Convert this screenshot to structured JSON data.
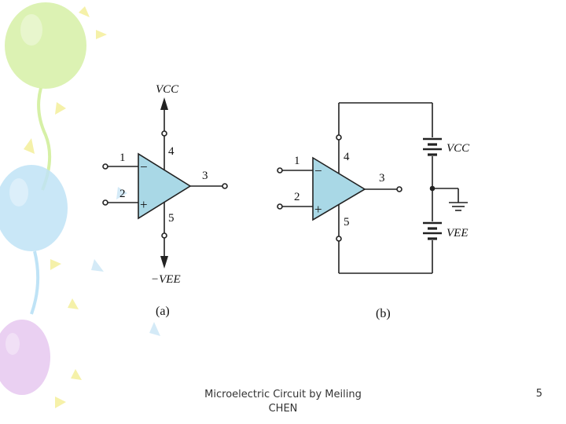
{
  "colors": {
    "opamp_fill": "#a9d8e6",
    "wire": "#222222",
    "balloon_green": "#d6f0a6",
    "balloon_blue": "#bfe3f6",
    "balloon_purple": "#e6c8f0",
    "balloon_yellow": "#f5f0a0"
  },
  "figure_a": {
    "label": "(a)",
    "vcc": "VCC",
    "vee": "−VEE",
    "pin1": "1",
    "pin2": "2",
    "pin3": "3",
    "pin4": "4",
    "pin5": "5",
    "minus": "−",
    "plus": "+"
  },
  "figure_b": {
    "label": "(b)",
    "vcc": "VCC",
    "vee": "VEE",
    "pin1": "1",
    "pin2": "2",
    "pin3": "3",
    "pin4": "4",
    "pin5": "5",
    "minus": "−",
    "plus": "+"
  },
  "footer": {
    "text": "Microelectric Circuit by Meiling CHEN",
    "page_number": "5"
  }
}
